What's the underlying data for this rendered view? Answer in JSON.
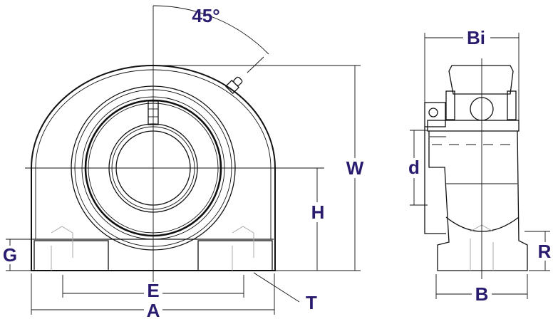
{
  "labels": {
    "angle": "45°",
    "W": "W",
    "H": "H",
    "G": "G",
    "E": "E",
    "A": "A",
    "T": "T",
    "Bi": "Bi",
    "d": "d",
    "R": "R",
    "B": "B"
  },
  "colors": {
    "label": "#2b1b6f",
    "line": "#111111"
  }
}
